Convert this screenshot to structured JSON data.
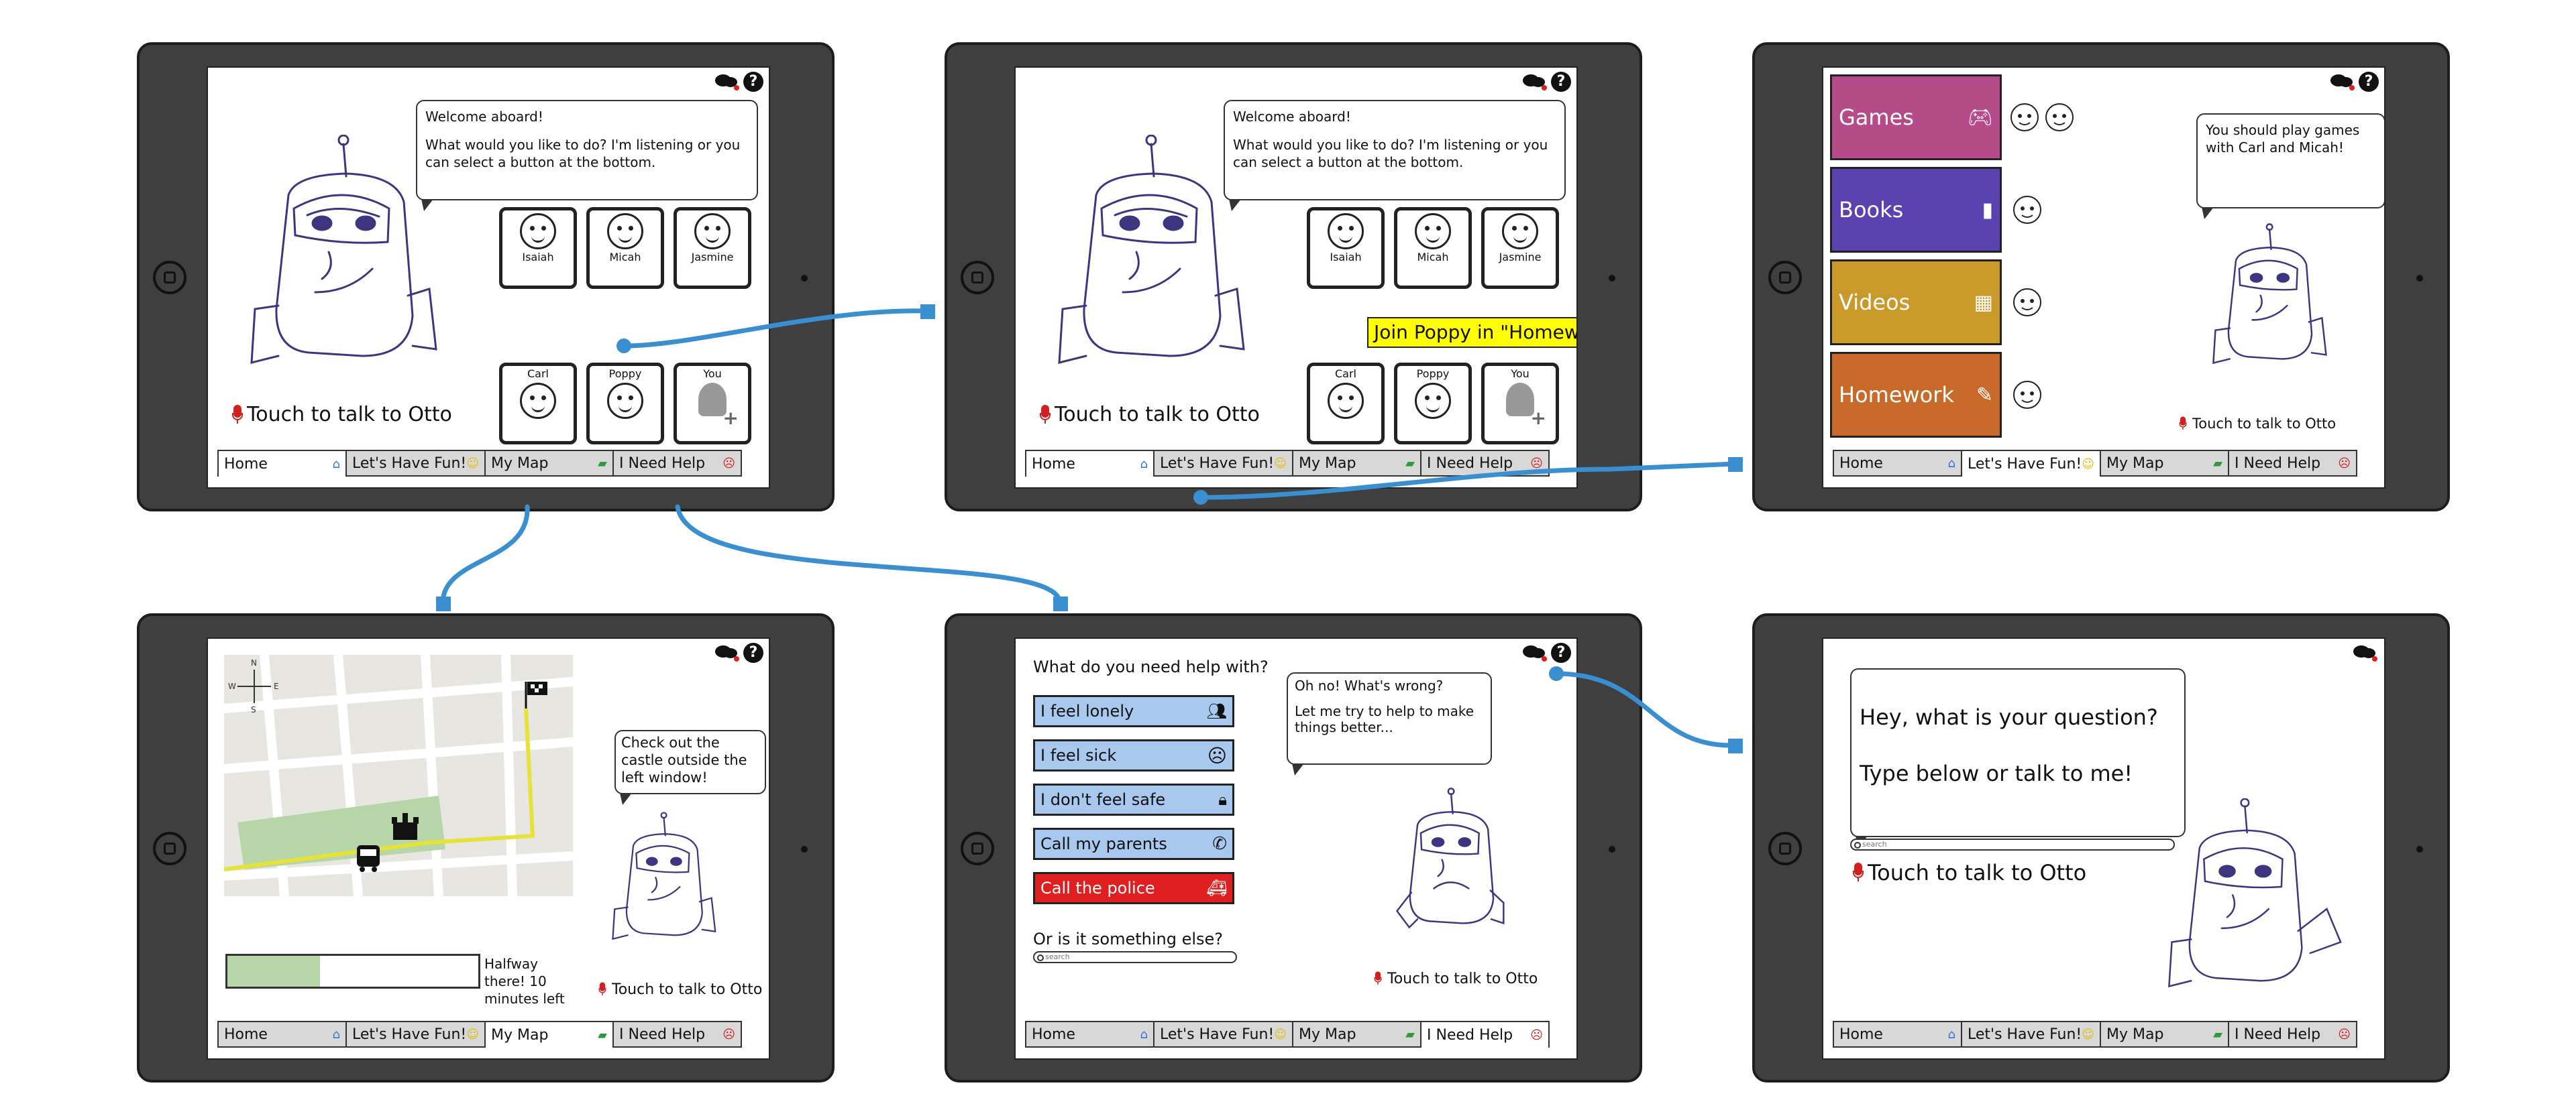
{
  "colors": {
    "connector": "#3a8fd0",
    "tablet": "#3f3f3f",
    "games": "#b64b8a",
    "books": "#5a42b0",
    "videos": "#c99a2a",
    "homework": "#c86a2a",
    "help_blue": "#a9c8ee",
    "police_red": "#e02020",
    "highlight": "#ffff00",
    "robot_ink": "#3d3580"
  },
  "tabs": [
    "Home",
    "Let's Have Fun!",
    "My Map",
    "I Need Help"
  ],
  "tab_icons": [
    "home-icon",
    "smiley-icon",
    "map-icon",
    "sad-face-icon"
  ],
  "talk_label": "Touch to talk to Otto",
  "screens": {
    "home": {
      "bubble_1": "Welcome aboard!",
      "bubble_2": "What would you like to do? I'm listening or you can select a button at the bottom.",
      "friends_top": [
        "Isaiah",
        "Micah",
        "Jasmine"
      ],
      "friends_bottom": [
        "Carl",
        "Poppy",
        "You"
      ]
    },
    "home_invite": {
      "invite": "Join Poppy in \"Homework\""
    },
    "fun": {
      "categories": [
        "Games",
        "Books",
        "Videos",
        "Homework"
      ],
      "bubble": "You should play games with Carl and Micah!"
    },
    "map": {
      "bubble": "Check out the castle outside the left window!",
      "progress": 0.37,
      "status": "Halfway there! 10 minutes left",
      "compass": [
        "N",
        "S",
        "W",
        "E"
      ]
    },
    "help": {
      "question": "What do you need help with?",
      "options": [
        "I feel lonely",
        "I feel sick",
        "I don't feel safe",
        "Call my parents",
        "Call the police"
      ],
      "bubble_1": "Oh no! What's wrong?",
      "bubble_2": "Let me try to help to make things better...",
      "other": "Or is it something else?",
      "search_placeholder": "search"
    },
    "question": {
      "line_1": "Hey, what is your question?",
      "line_2": "Type below or talk to me!",
      "search_placeholder": "search"
    }
  }
}
